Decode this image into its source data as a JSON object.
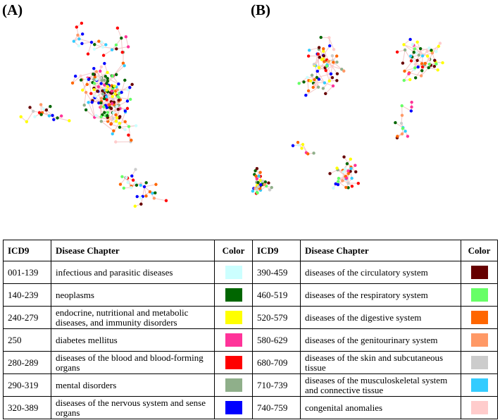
{
  "panels": [
    {
      "label": "(A)"
    },
    {
      "label": "(B)"
    }
  ],
  "table": {
    "headers": {
      "icd9": "ICD9",
      "chapter": "Disease Chapter",
      "color": "Color"
    },
    "left": [
      {
        "icd9": "001-139",
        "chapter": "infectious and parasitic diseases",
        "color": "#ccffff"
      },
      {
        "icd9": "140-239",
        "chapter": "neoplasms",
        "color": "#006600"
      },
      {
        "icd9": "240-279",
        "chapter": "endocrine, nutritional and metabolic diseases, and immunity disorders",
        "color": "#ffff00"
      },
      {
        "icd9": "250",
        "chapter": "diabetes mellitus",
        "color": "#ff3399"
      },
      {
        "icd9": "280-289",
        "chapter": "diseases of the blood and blood-forming organs",
        "color": "#ff0000"
      },
      {
        "icd9": "290-319",
        "chapter": "mental disorders",
        "color": "#8faf8a"
      },
      {
        "icd9": "320-389",
        "chapter": "diseases of the nervous system and sense organs",
        "color": "#0000ff"
      }
    ],
    "right": [
      {
        "icd9": "390-459",
        "chapter": "diseases of the circulatory system",
        "color": "#660000"
      },
      {
        "icd9": "460-519",
        "chapter": "diseases of the respiratory system",
        "color": "#66ff66"
      },
      {
        "icd9": "520-579",
        "chapter": "diseases of the digestive system",
        "color": "#ff6600"
      },
      {
        "icd9": "580-629",
        "chapter": "diseases of the genitourinary system",
        "color": "#ff9966"
      },
      {
        "icd9": "680-709",
        "chapter": "diseases of the skin and subcutaneous tissue",
        "color": "#cccccc"
      },
      {
        "icd9": "710-739",
        "chapter": "diseases of the musculoskeletal system and connective tissue",
        "color": "#33ccff"
      },
      {
        "icd9": "740-759",
        "chapter": "congenital anomalies",
        "color": "#ffcccc"
      }
    ]
  },
  "edge_color": "#f4c8c8"
}
